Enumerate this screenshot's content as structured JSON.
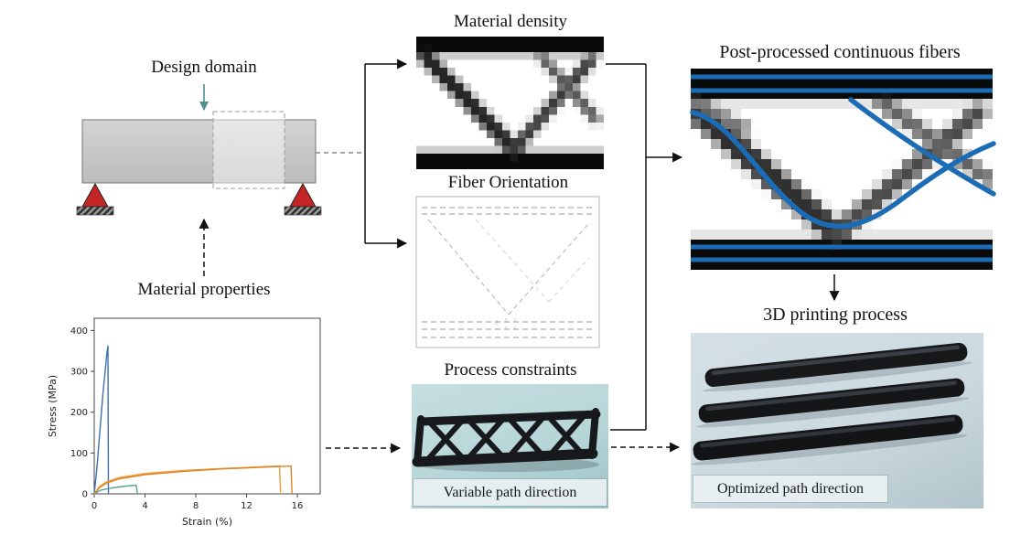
{
  "diagram": {
    "design_domain": {
      "label": "Design domain"
    },
    "material_density": {
      "label": "Material density"
    },
    "fiber_orientation": {
      "label": "Fiber Orientation"
    },
    "post_processed": {
      "label": "Post-processed continuous fibers"
    },
    "printing_process": {
      "label": "3D printing process",
      "caption": "Optimized path direction"
    },
    "process_constraints": {
      "label": "Process constraints",
      "caption": "Variable path direction"
    }
  },
  "colors": {
    "fiber_blue": "#1b6cb5",
    "support_red": "#c42626",
    "pointer_teal": "#4f8e8f",
    "photo_teal_bg": "#b7d6d8",
    "photo_gray_bg": "#ccdadf",
    "arrow_black": "#111111"
  },
  "chart_data": {
    "type": "line",
    "title": "Material properties",
    "xlabel": "Strain (%)",
    "ylabel": "Stress (MPa)",
    "xlim": [
      0,
      17.8
    ],
    "ylim": [
      0,
      430
    ],
    "xticks": [
      0,
      4,
      8,
      12,
      16
    ],
    "yticks": [
      0,
      100,
      200,
      300,
      400
    ],
    "grid": false,
    "legend": false,
    "series": [
      {
        "color": "#3e6fb0",
        "x": [
          0,
          0.2,
          0.7,
          1.0,
          1.08,
          1.12
        ],
        "y": [
          0,
          60,
          250,
          345,
          362,
          0
        ]
      },
      {
        "color": "#56a08d",
        "x": [
          0,
          0.5,
          1.5,
          2.5,
          3.3,
          3.4
        ],
        "y": [
          0,
          9,
          15,
          19,
          21,
          0
        ]
      },
      {
        "color": "#f0a03c",
        "x": [
          0,
          0.4,
          1,
          2,
          4,
          7,
          10,
          13,
          14.6,
          14.68
        ],
        "y": [
          0,
          18,
          30,
          40,
          50,
          57,
          62,
          66,
          68,
          0
        ]
      },
      {
        "color": "#dd8327",
        "x": [
          0,
          0.4,
          1,
          2,
          4,
          7,
          10,
          13,
          15.5,
          15.58
        ],
        "y": [
          0,
          15,
          27,
          37,
          47,
          55,
          61,
          65,
          68,
          0
        ]
      }
    ]
  }
}
